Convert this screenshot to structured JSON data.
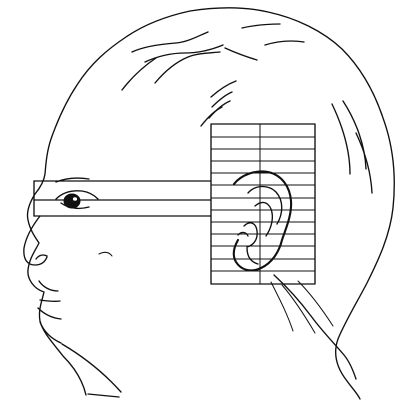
{
  "figure": {
    "subject": "child-head-profile",
    "line_color": "#111111",
    "background_color": "#ffffff",
    "grid": {
      "rows": 13,
      "columns": 2
    },
    "horizontal_band": {
      "lines": 2
    }
  }
}
